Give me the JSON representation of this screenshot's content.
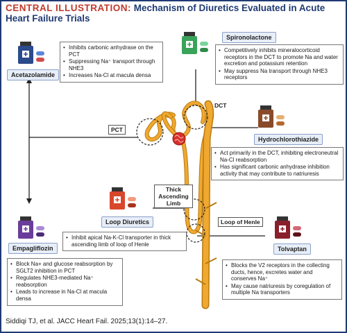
{
  "header": {
    "lead": "CENTRAL ILLUSTRATION:",
    "title": "Mechanism of Diuretics Evaluated in Acute Heart Failure Trials"
  },
  "nephron_labels": {
    "pct": "PCT",
    "dct": "DCT",
    "thick_ascending_limb": "Thick Ascending Limb",
    "loop_of_henle": "Loop of Henle"
  },
  "drugs": {
    "acetazolamide": {
      "name": "Acetazolamide",
      "bullets": [
        "Inhibits carbonic anhydrase on the PCT",
        "Suppressing Na⁺ transport through NHE3",
        "Increases Na-Cl at macula densa"
      ]
    },
    "spironolactone": {
      "name": "Spironolactone",
      "bullets": [
        "Competitively inhibits mineralocorticoid receptors in the DCT to promote Na and water excretion and potassium retention",
        "May suppress Na transport through NHE3 receptors"
      ]
    },
    "hydrochlorothiazide": {
      "name": "Hydrochlorothiazide",
      "bullets": [
        "Act primarily in the DCT, inhibiting electroneutral Na-Cl reabsorption",
        "Has significant carbonic anhydrase inhibition activity that may contribute to natriuresis"
      ]
    },
    "loop_diuretics": {
      "name": "Loop Diuretics",
      "bullets": [
        "Inhibit apical Na-K-Cl transporter in thick ascending limb of loop of Henle"
      ]
    },
    "empagliflozin": {
      "name": "Empagliflozin",
      "bullets": [
        "Block Na+ and glucose reabsorption by SGLT2 inhibition in PCT",
        "Regulates NHE3-mediated Na⁺ reabsorption",
        "Leads to increase in Na-Cl at macula densa"
      ]
    },
    "tolvaptan": {
      "name": "Tolvaptan",
      "bullets": [
        "Blocks the V2 receptors in the collecting ducts, hence, excretes water and conserves Na⁺",
        "May cause natriuresis by coregulation of multiple Na transporters"
      ]
    }
  },
  "citation": "Siddiqi TJ, et al. JACC Heart Fail. 2025;13(1):14–27.",
  "colors": {
    "frame": "#1f3a73",
    "title_lead": "#c0392b",
    "title": "#1f3a73",
    "nephron": "#f0a830",
    "nephron_outline": "#b87a10",
    "glomerulus": "#d9302c",
    "bottle_blue": "#2b4a8c",
    "bottle_green": "#3aa35a",
    "bottle_brown": "#8a4a2a",
    "bottle_red": "#d9472b",
    "bottle_purple": "#6a3d9a",
    "bottle_maroon": "#8a1f2c"
  }
}
